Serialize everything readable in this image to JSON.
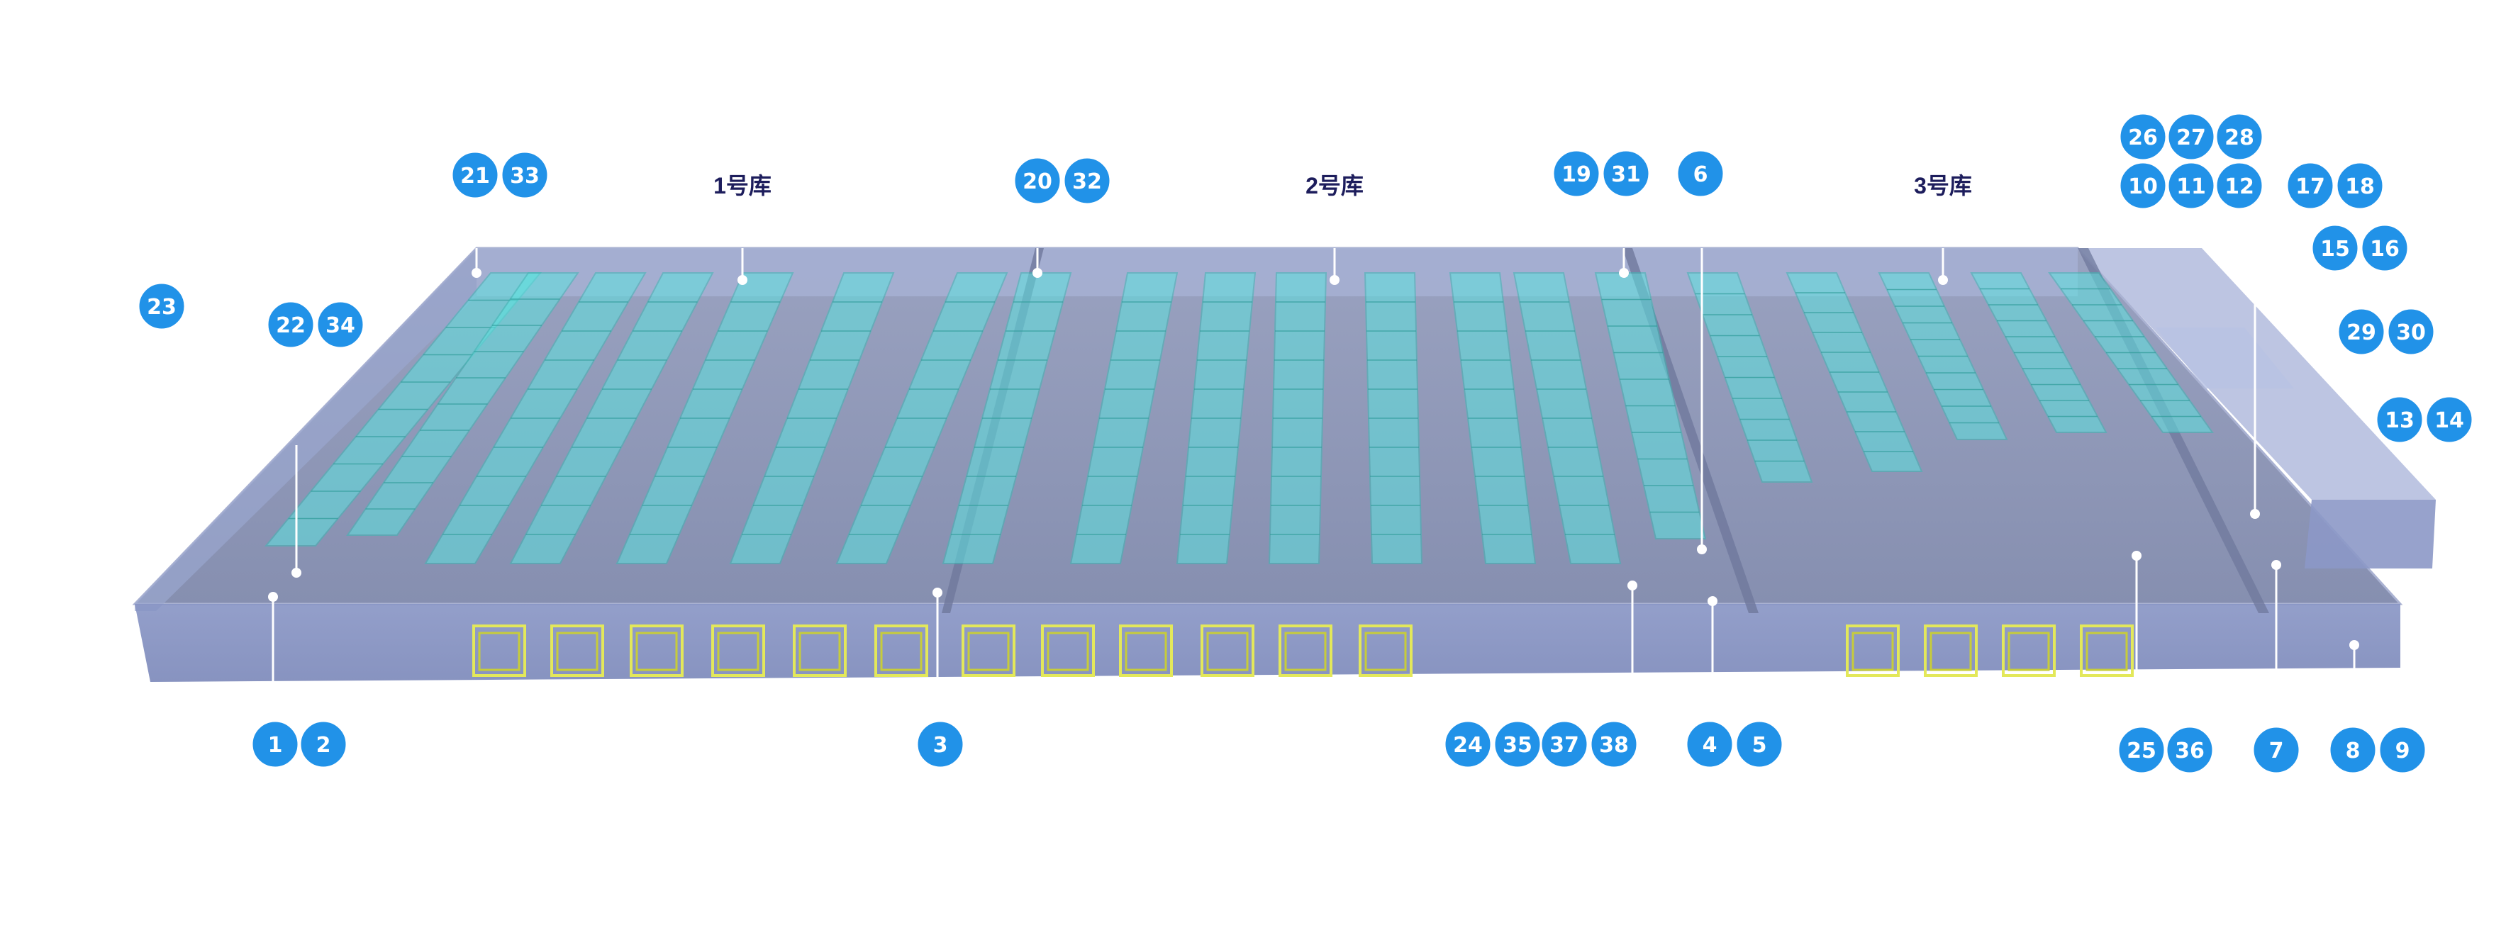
{
  "zones": [
    {
      "id": "zone-1",
      "label": "1号库"
    },
    {
      "id": "zone-2",
      "label": "2号库"
    },
    {
      "id": "zone-3",
      "label": "3号库"
    }
  ],
  "colors": {
    "badge": "#2192e8",
    "badge_text": "#ffffff",
    "floor": "#8a93b3",
    "wall": "#a5b0d3",
    "rack": "#5ce3df",
    "dock": "#e3e85a",
    "label": "#1d1d5c"
  },
  "badges": [
    {
      "group": "g-1-2",
      "numbers": [
        "1",
        "2"
      ]
    },
    {
      "group": "g-3",
      "numbers": [
        "3"
      ]
    },
    {
      "group": "g-24-35-37-38",
      "numbers": [
        "24",
        "35",
        "37",
        "38"
      ]
    },
    {
      "group": "g-4-5",
      "numbers": [
        "4",
        "5"
      ]
    },
    {
      "group": "g-25-36",
      "numbers": [
        "25",
        "36"
      ]
    },
    {
      "group": "g-7",
      "numbers": [
        "7"
      ]
    },
    {
      "group": "g-8-9",
      "numbers": [
        "8",
        "9"
      ]
    },
    {
      "group": "g-21-33",
      "numbers": [
        "21",
        "33"
      ]
    },
    {
      "group": "g-20-32",
      "numbers": [
        "20",
        "32"
      ]
    },
    {
      "group": "g-19-31",
      "numbers": [
        "19",
        "31"
      ]
    },
    {
      "group": "g-6",
      "numbers": [
        "6"
      ]
    },
    {
      "group": "g-23",
      "numbers": [
        "23"
      ]
    },
    {
      "group": "g-22-34",
      "numbers": [
        "22",
        "34"
      ]
    },
    {
      "group": "g-26-27-28",
      "numbers": [
        "26",
        "27",
        "28"
      ]
    },
    {
      "group": "g-10-11-12",
      "numbers": [
        "10",
        "11",
        "12"
      ]
    },
    {
      "group": "g-17-18",
      "numbers": [
        "17",
        "18"
      ]
    },
    {
      "group": "g-15-16",
      "numbers": [
        "15",
        "16"
      ]
    },
    {
      "group": "g-29-30",
      "numbers": [
        "29",
        "30"
      ]
    },
    {
      "group": "g-13-14",
      "numbers": [
        "13",
        "14"
      ]
    }
  ]
}
